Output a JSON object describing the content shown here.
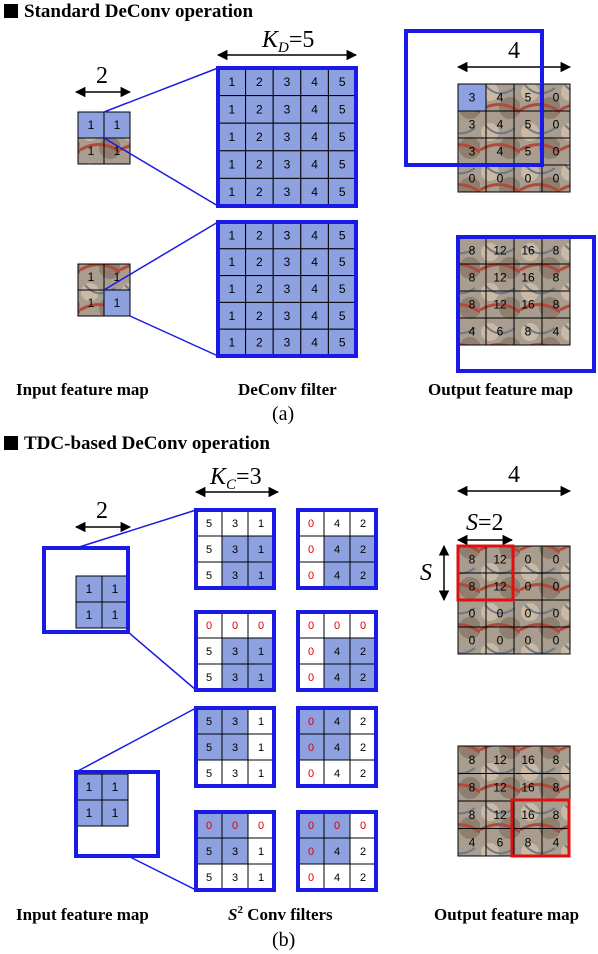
{
  "section_a": {
    "title": "Standard DeConv operation",
    "input_dim": "2",
    "filter_dim_label": "K",
    "filter_dim_sub": "D",
    "filter_dim_val": "=5",
    "output_dim": "4",
    "filter_rows": [
      [
        "1",
        "2",
        "3",
        "4",
        "5"
      ],
      [
        "1",
        "2",
        "3",
        "4",
        "5"
      ],
      [
        "1",
        "2",
        "3",
        "4",
        "5"
      ],
      [
        "1",
        "2",
        "3",
        "4",
        "5"
      ],
      [
        "1",
        "2",
        "3",
        "4",
        "5"
      ]
    ],
    "input_cells": [
      "1",
      "1",
      "1",
      "1"
    ],
    "output_top": [
      [
        "3",
        "4",
        "5",
        "0"
      ],
      [
        "3",
        "4",
        "5",
        "0"
      ],
      [
        "3",
        "4",
        "5",
        "0"
      ],
      [
        "0",
        "0",
        "0",
        "0"
      ]
    ],
    "output_bottom": [
      [
        "8",
        "12",
        "16",
        "8"
      ],
      [
        "8",
        "12",
        "16",
        "8"
      ],
      [
        "8",
        "12",
        "16",
        "8"
      ],
      [
        "4",
        "6",
        "8",
        "4"
      ]
    ],
    "label_input": "Input feature map",
    "label_filter": "DeConv filter",
    "label_output": "Output feature map",
    "caption": "(a)"
  },
  "section_b": {
    "title": "TDC-based DeConv operation",
    "input_dim": "2",
    "filter_dim_label": "K",
    "filter_dim_sub": "C",
    "filter_dim_val": "=3",
    "output_dim": "4",
    "stride_label": "S",
    "stride_val": "=2",
    "stride_side": "S",
    "input_cells": [
      "1",
      "1",
      "1",
      "1"
    ],
    "filters": [
      [
        [
          "5",
          "3",
          "1"
        ],
        [
          "5",
          "3",
          "1"
        ],
        [
          "5",
          "3",
          "1"
        ]
      ],
      [
        [
          "0",
          "4",
          "2"
        ],
        [
          "0",
          "4",
          "2"
        ],
        [
          "0",
          "4",
          "2"
        ]
      ],
      [
        [
          "0",
          "0",
          "0"
        ],
        [
          "5",
          "3",
          "1"
        ],
        [
          "5",
          "3",
          "1"
        ]
      ],
      [
        [
          "0",
          "0",
          "0"
        ],
        [
          "0",
          "4",
          "2"
        ],
        [
          "0",
          "4",
          "2"
        ]
      ],
      [
        [
          "5",
          "3",
          "1"
        ],
        [
          "5",
          "3",
          "1"
        ],
        [
          "5",
          "3",
          "1"
        ]
      ],
      [
        [
          "0",
          "4",
          "2"
        ],
        [
          "0",
          "4",
          "2"
        ],
        [
          "0",
          "4",
          "2"
        ]
      ],
      [
        [
          "0",
          "0",
          "0"
        ],
        [
          "5",
          "3",
          "1"
        ],
        [
          "5",
          "3",
          "1"
        ]
      ],
      [
        [
          "0",
          "0",
          "0"
        ],
        [
          "0",
          "4",
          "2"
        ],
        [
          "0",
          "4",
          "2"
        ]
      ]
    ],
    "output_top": [
      [
        "8",
        "12",
        "0",
        "0"
      ],
      [
        "8",
        "12",
        "0",
        "0"
      ],
      [
        "0",
        "0",
        "0",
        "0"
      ],
      [
        "0",
        "0",
        "0",
        "0"
      ]
    ],
    "output_bottom": [
      [
        "8",
        "12",
        "16",
        "8"
      ],
      [
        "8",
        "12",
        "16",
        "8"
      ],
      [
        "8",
        "12",
        "16",
        "8"
      ],
      [
        "4",
        "6",
        "8",
        "4"
      ]
    ],
    "label_input": "Input feature map",
    "label_filter_sup": "2",
    "label_filter_rest": " Conv filters",
    "label_filter_s": "S",
    "label_output": "Output feature map",
    "caption": "(b)"
  },
  "colors": {
    "blue_frame": "#1a1ae6",
    "red_frame": "#e01010",
    "cell_blue": "#8da0e0",
    "red_zero": "#e00000"
  }
}
